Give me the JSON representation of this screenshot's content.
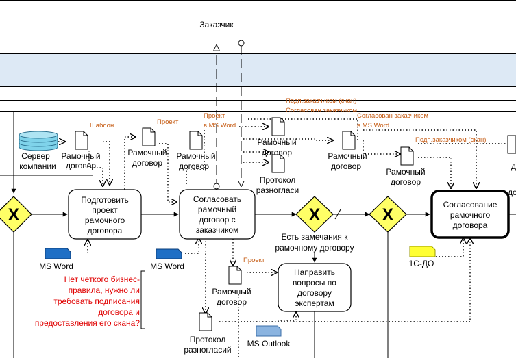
{
  "pool": {
    "customer_lane": "Заказчик"
  },
  "tasks": {
    "prepare": [
      "Подготовить",
      "проект",
      "рамочного",
      "договора"
    ],
    "agree_with_customer": [
      "Согласовать",
      "рамочный",
      "договор с",
      "заказчиком"
    ],
    "send_questions": [
      "Направить",
      "вопросы по",
      "договору",
      "экспертам"
    ],
    "approval": [
      "Согласование",
      "рамочного",
      "договора"
    ]
  },
  "gateway_symbol": "X",
  "gateway_question": [
    "Есть замечания к",
    "рамочному договору"
  ],
  "data_objects": {
    "server": [
      "Сервер",
      "компании"
    ],
    "frame_contract": [
      "Рамочный",
      "договор"
    ],
    "protocol": [
      "Протокол",
      "разногласий"
    ],
    "protocol_cut": [
      "Протокол",
      "разногласи"
    ],
    "cut_right_1": "д",
    "cut_right_2": "до"
  },
  "systems": {
    "ms_word": "MS Word",
    "ms_word_2": "MS Word",
    "ms_outlook": "MS Outlook",
    "one_c": "1С-ДО"
  },
  "flow_labels": {
    "template": "Шаблон",
    "project": "Проект",
    "project_2": "Проект",
    "project_ms_word": [
      "Проект",
      "в MS Word"
    ],
    "signed_by_customer_scan": "Подп.заказчиком (скан)",
    "agreed_by_customer": "Согласован заказчиком",
    "agreed_by_customer_word": [
      "Согласован заказчиком",
      "в MS Word"
    ],
    "signed_by_customer_scan_2": "Подп.заказчиком (скан)"
  },
  "annotation": [
    "Нет четкого бизнес-",
    "правила, нужно ли",
    "требовать подписания",
    "договора и",
    "предоставления его скана?"
  ],
  "colors": {
    "lane_fill": "#dde9f5",
    "gateway_fill": "#ffff66",
    "ms_word_fill": "#1f6fc5",
    "ms_outlook_fill": "#8bb4e0",
    "one_c_fill": "#ffff33",
    "flow_label": "#c55a11",
    "annotation_text": "#e00000"
  }
}
